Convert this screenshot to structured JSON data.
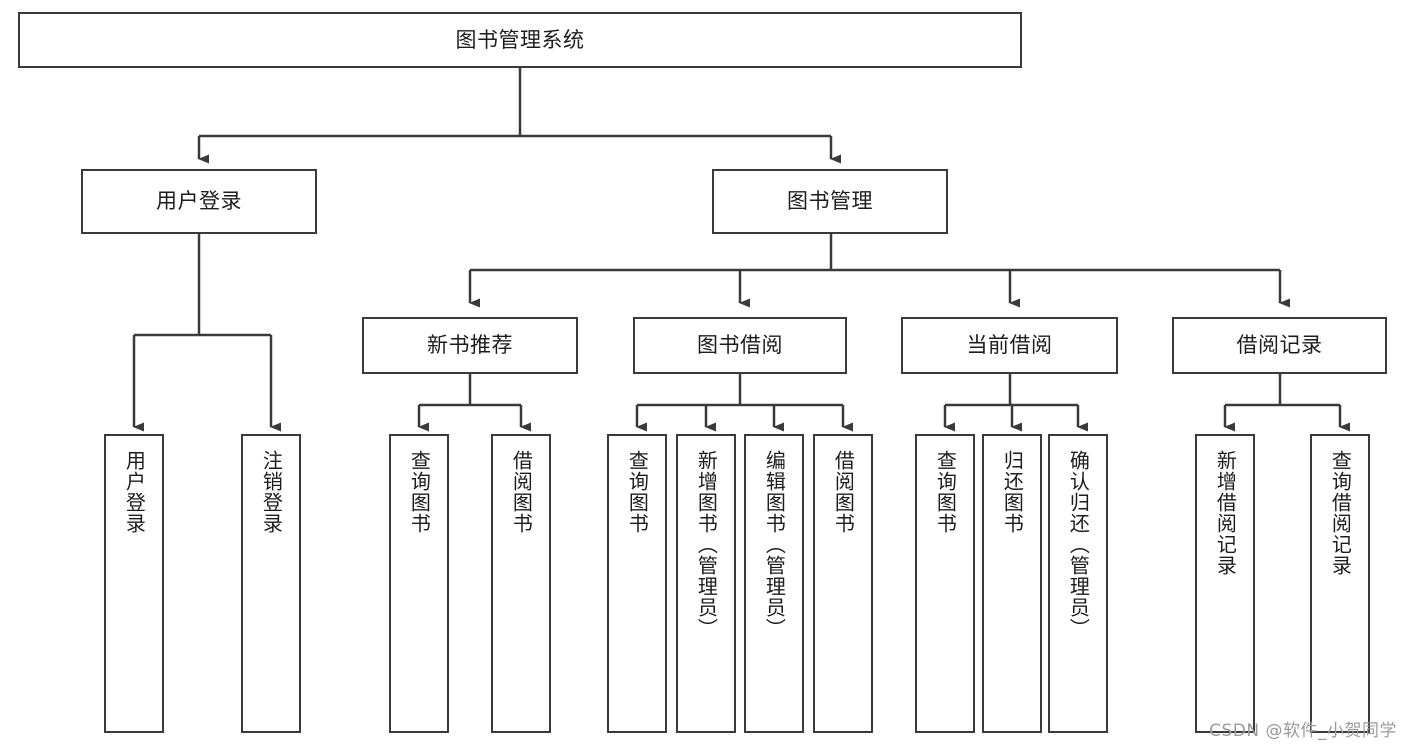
{
  "diagram": {
    "title": "图书管理系统",
    "watermark": "CSDN @软件_小贺同学",
    "colors": {
      "stroke": "#3a3a3a",
      "fill": "#ffffff",
      "text": "#1d1d1d",
      "watermark": "#9b9b9b"
    },
    "nodes": {
      "root": {
        "label": "图书管理系统"
      },
      "level1": [
        {
          "id": "user-login",
          "label": "用户登录"
        },
        {
          "id": "book-management",
          "label": "图书管理"
        }
      ],
      "level2": [
        {
          "id": "new-book-recommend",
          "label": "新书推荐"
        },
        {
          "id": "book-borrow",
          "label": "图书借阅"
        },
        {
          "id": "current-borrow",
          "label": "当前借阅"
        },
        {
          "id": "borrow-record",
          "label": "借阅记录"
        }
      ],
      "leaves": {
        "user_login": [
          {
            "id": "leaf-user-login",
            "label": "用户登录"
          },
          {
            "id": "leaf-logout-login",
            "label": "注销登录"
          }
        ],
        "new_book_recommend": [
          {
            "id": "leaf-query-book-1",
            "label": "查询图书"
          },
          {
            "id": "leaf-borrow-book-1",
            "label": "借阅图书"
          }
        ],
        "book_borrow": [
          {
            "id": "leaf-query-book-2",
            "label": "查询图书"
          },
          {
            "id": "leaf-add-book-admin",
            "label": "新增图书（管理员）"
          },
          {
            "id": "leaf-edit-book-admin",
            "label": "编辑图书（管理员）"
          },
          {
            "id": "leaf-borrow-book-2",
            "label": "借阅图书"
          }
        ],
        "current_borrow": [
          {
            "id": "leaf-query-book-3",
            "label": "查询图书"
          },
          {
            "id": "leaf-return-book",
            "label": "归还图书"
          },
          {
            "id": "leaf-confirm-return-admin",
            "label": "确认归还（管理员）"
          }
        ],
        "borrow_record": [
          {
            "id": "leaf-add-borrow-record",
            "label": "新增借阅记录"
          },
          {
            "id": "leaf-query-borrow-record",
            "label": "查询借阅记录"
          }
        ]
      }
    }
  }
}
